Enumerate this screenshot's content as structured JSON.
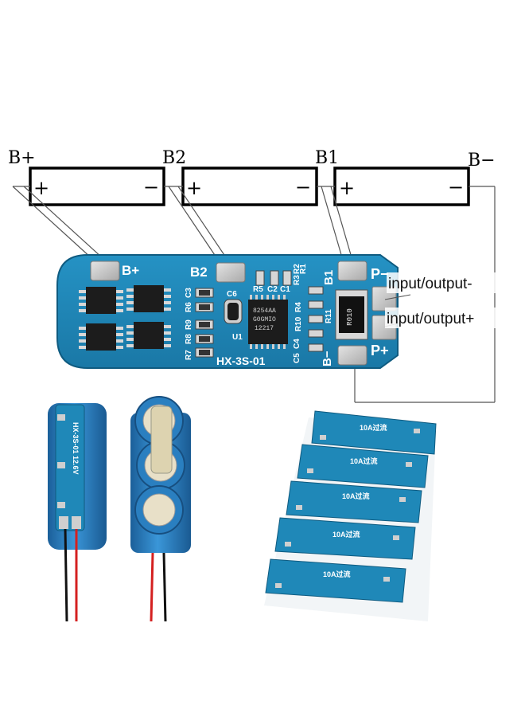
{
  "terminals": {
    "b_plus": "B+",
    "b2": "B2",
    "b1": "B1",
    "b_minus": "B−"
  },
  "cells": [
    {
      "plus": "+",
      "minus": "−"
    },
    {
      "plus": "+",
      "minus": "−"
    },
    {
      "plus": "+",
      "minus": "−"
    }
  ],
  "board": {
    "pad_b_plus": "B+",
    "pad_b2": "B2",
    "pad_b1": "B1",
    "pad_p_minus": "P−",
    "pad_p_plus": "P+",
    "pad_b_minus": "B−",
    "model": "HX-3S-01",
    "resistor_code": "R010",
    "chip_marking_1": "8254AA",
    "chip_marking_2": "G0GMIO",
    "chip_marking_3": "12217",
    "component_labels": [
      "R5",
      "C2",
      "C1",
      "R3",
      "R2",
      "R1",
      "R4",
      "R10",
      "R11",
      "C5",
      "C4",
      "C6",
      "U1",
      "R6",
      "C3",
      "R9",
      "R8",
      "R7"
    ]
  },
  "annotations": {
    "output_minus": "input/output-",
    "output_plus": "input/output+"
  },
  "photos": {
    "side_board_text": "HX-3S-01 12.6V",
    "stack_board_text": "10A过流"
  },
  "colors": {
    "pcb": "#1f88b8",
    "pcb_dark": "#156c95",
    "pad": "#c9c9c9",
    "chip": "#1c1c1c",
    "cell_blue": "#2a7fc0"
  }
}
